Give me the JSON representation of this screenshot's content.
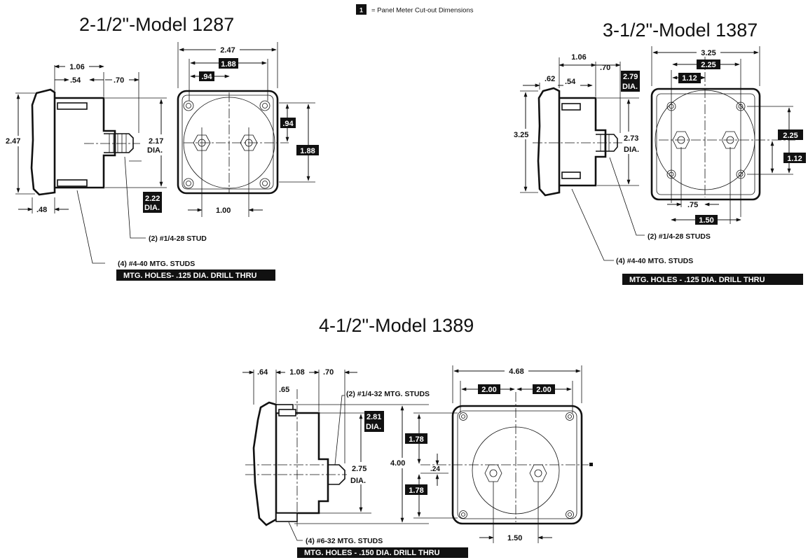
{
  "legend": {
    "marker": "1",
    "text": "= Panel Meter Cut-out Dimensions"
  },
  "model_1287": {
    "title": "2-1/2\"-Model 1287",
    "dims": {
      "depth_total": "1.06",
      "front_to_stud": ".54",
      "stud_len": ".70",
      "height": "2.47",
      "body_dia": "2.17",
      "dia_label": "DIA.",
      "flange": ".48",
      "width": "2.47",
      "stud_gap": "1.00"
    },
    "cutout": {
      "a": "1.88",
      "b": ".94",
      "c": ".94",
      "d": "1.88",
      "dia": "2.22",
      "dia_label": "DIA."
    },
    "callouts": {
      "stud": "(2) #1/4-28 STUD",
      "mtg": "(4) #4-40 MTG. STUDS",
      "holes": "MTG. HOLES- .125 DIA. DRILL THRU"
    }
  },
  "model_1387": {
    "title": "3-1/2\"-Model 1387",
    "dims": {
      "depth_total": "1.06",
      "stud_len": ".70",
      "flange": ".62",
      "front_to_stud": ".54",
      "height": "3.25",
      "body_dia": "2.73",
      "dia_label": "DIA.",
      "width": "3.25",
      "stud_gap": ".75"
    },
    "cutout": {
      "dia": "2.79",
      "dia_label": "DIA.",
      "a": "2.25",
      "b": "1.12",
      "c": "2.25",
      "d": "1.12",
      "e": "1.50"
    },
    "callouts": {
      "stud": "(2) #1/4-28 STUDS",
      "mtg": "(4) #4-40 MTG. STUDS",
      "holes": "MTG. HOLES - .125 DIA. DRILL THRU"
    }
  },
  "model_1389": {
    "title": "4-1/2\"-Model 1389",
    "dims": {
      "flange": ".64",
      "depth_total": "1.08",
      "stud_len": ".70",
      "front_to_stud": ".65",
      "height": "4.00",
      "body_dia": "2.75",
      "dia_label": "DIA.",
      "width": "4.68",
      "offset": ".24",
      "stud_gap": "1.50"
    },
    "cutout": {
      "a": "2.00",
      "b": "2.00",
      "dia": "2.81",
      "dia_label": "DIA.",
      "c": "1.78",
      "d": "1.78"
    },
    "callouts": {
      "stud": "(2) #1/4-32 MTG. STUDS",
      "mtg": "(4) #6-32 MTG. STUDS",
      "holes": "MTG. HOLES - .150 DIA. DRILL THRU"
    }
  }
}
